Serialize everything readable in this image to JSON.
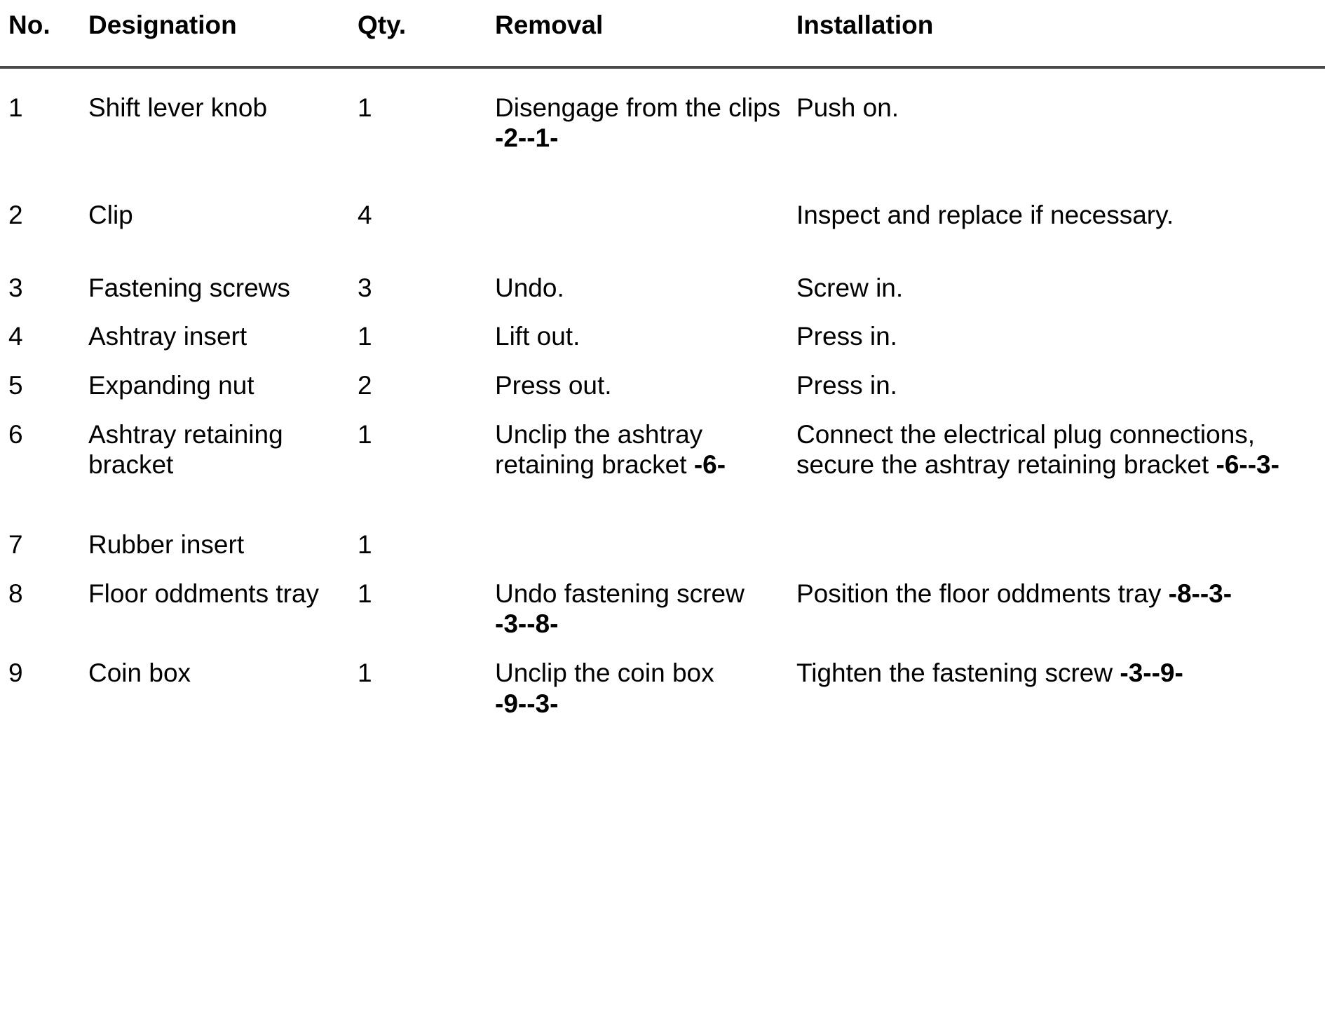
{
  "table": {
    "columns": [
      {
        "key": "no",
        "label": "No."
      },
      {
        "key": "designation",
        "label": "Designation"
      },
      {
        "key": "qty",
        "label": "Qty."
      },
      {
        "key": "removal",
        "label": "Removal"
      },
      {
        "key": "installation",
        "label": "Installation"
      }
    ],
    "rule_color": "#4a4a4a",
    "rows": [
      {
        "no": "1",
        "designation": "Shift lever knob",
        "qty": "1",
        "removal_text": "Disengage from the clips ",
        "removal_ref": "-2--1-",
        "installation_text": "Push on.",
        "installation_ref": ""
      },
      {
        "no": "2",
        "designation": "Clip",
        "qty": "4",
        "removal_text": "",
        "removal_ref": "",
        "installation_text": "Inspect and replace if necessary.",
        "installation_ref": ""
      },
      {
        "no": "3",
        "designation": "Fastening screws",
        "qty": "3",
        "removal_text": "Undo.",
        "removal_ref": "",
        "installation_text": "Screw in.",
        "installation_ref": ""
      },
      {
        "no": "4",
        "designation": "Ashtray insert",
        "qty": "1",
        "removal_text": "Lift out.",
        "removal_ref": "",
        "installation_text": "Press in.",
        "installation_ref": ""
      },
      {
        "no": "5",
        "designation": "Expanding nut",
        "qty": "2",
        "removal_text": "Press out.",
        "removal_ref": "",
        "installation_text": "Press in.",
        "installation_ref": ""
      },
      {
        "no": "6",
        "designation": "Ashtray retaining bracket",
        "qty": "1",
        "removal_text": "Unclip the ashtray retaining bracket ",
        "removal_ref": "-6-",
        "installation_text": "Connect the electrical plug connections, secure the ashtray retaining bracket ",
        "installation_ref": "-6--3-"
      },
      {
        "no": "7",
        "designation": "Rubber insert",
        "qty": "1",
        "removal_text": "",
        "removal_ref": "",
        "installation_text": "",
        "installation_ref": ""
      },
      {
        "no": "8",
        "designation": "Floor oddments tray",
        "qty": "1",
        "removal_text": "Undo fastening screw ",
        "removal_ref": "-3--8-",
        "installation_text": "Position the floor oddments tray ",
        "installation_ref": "-8--3-"
      },
      {
        "no": "9",
        "designation": "Coin box",
        "qty": "1",
        "removal_text": "Unclip the coin box ",
        "removal_ref": "-9--3-",
        "installation_text": "Tighten the fastening screw ",
        "installation_ref": "-3--9-"
      }
    ]
  }
}
